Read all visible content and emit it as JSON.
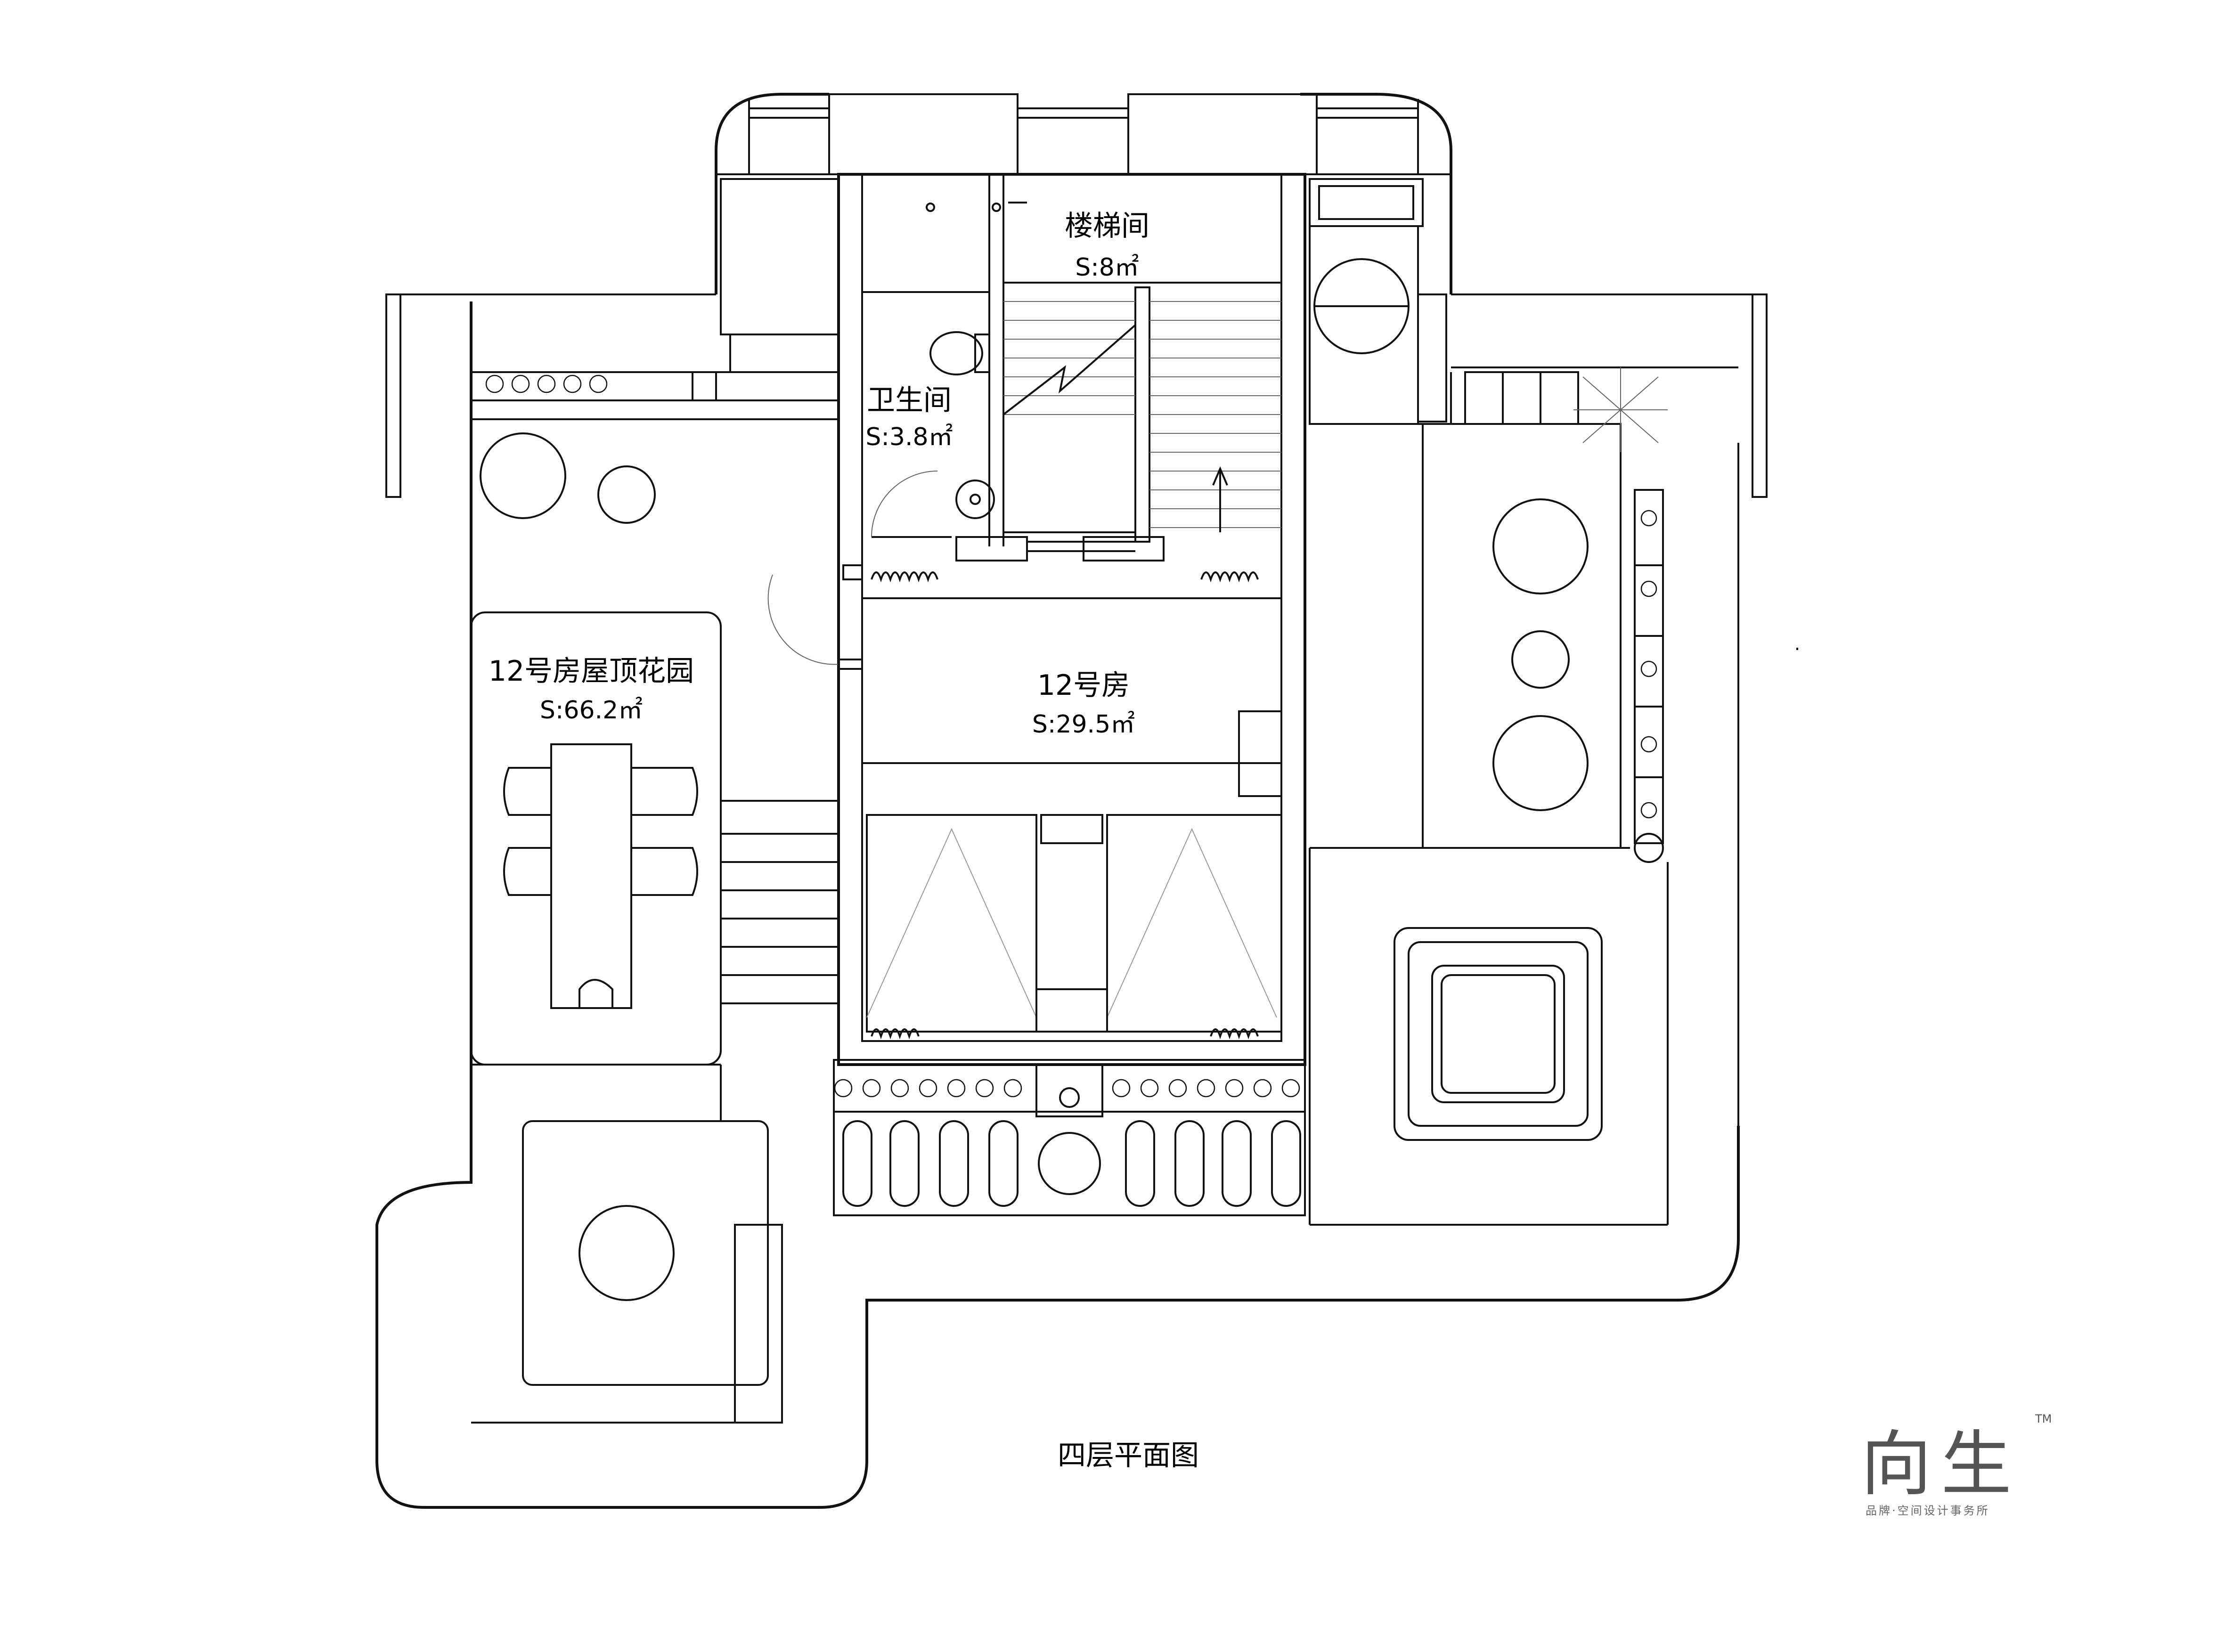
{
  "rooms": {
    "stair": {
      "name": "楼梯间",
      "area": "S:8㎡"
    },
    "bath": {
      "name": "卫生间",
      "area": "S:3.8㎡"
    },
    "garden": {
      "name": "12号房屋顶花园",
      "area": "S:66.2㎡"
    },
    "bedroom": {
      "name": "12号房",
      "area": "S:29.5㎡"
    }
  },
  "plan_title": "四层平面图",
  "logo": {
    "mark": "向生",
    "tm": "TM",
    "tagline": "品牌·空间设计事务所"
  }
}
